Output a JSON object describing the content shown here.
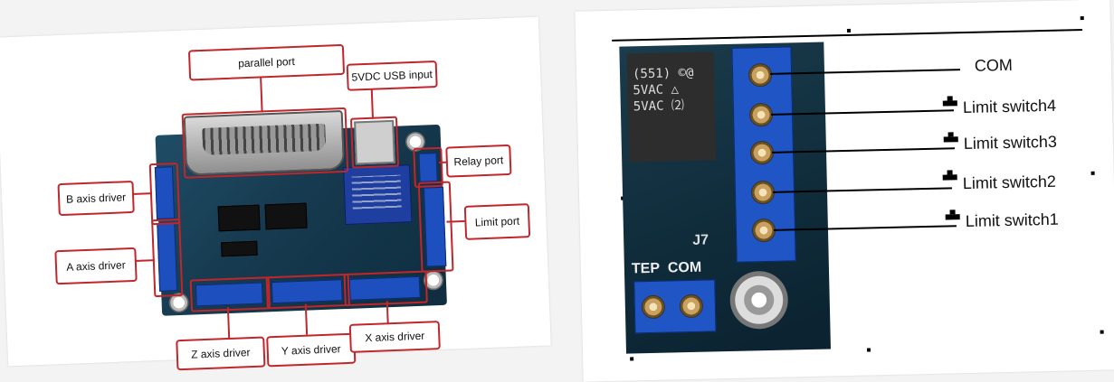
{
  "left_diagram": {
    "labels": {
      "parallel_port": "parallel port",
      "usb_input": "5VDC USB input",
      "relay_port": "Relay port",
      "b_axis": "B axis driver",
      "a_axis": "A axis driver",
      "limit_port": "Limit port",
      "z_axis": "Z axis driver",
      "y_axis": "Y axis driver",
      "x_axis": "X axis driver"
    }
  },
  "right_diagram": {
    "board_markings": {
      "relay_text": "(551) ©@\n5VAC △\n5VAC ⑵",
      "j7": "J7",
      "step": "TEP",
      "com_small": "COM"
    },
    "labels": {
      "com": "COM",
      "limit4": "Limit switch4",
      "limit3": "Limit switch3",
      "limit2": "Limit switch2",
      "limit1": "Limit switch1"
    }
  },
  "colors": {
    "callout_border": "#c0262b",
    "board_blue": "#1f55c4"
  }
}
